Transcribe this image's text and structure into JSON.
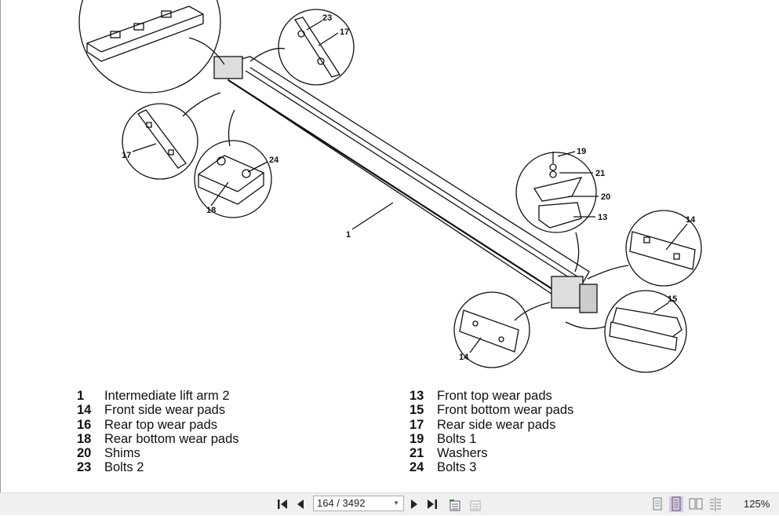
{
  "diagram": {
    "callouts": [
      "1",
      "23",
      "17",
      "17",
      "24",
      "18",
      "19",
      "21",
      "20",
      "13",
      "14",
      "15",
      "14"
    ]
  },
  "legend": {
    "left": [
      {
        "num": "1",
        "label": "Intermediate lift arm 2"
      },
      {
        "num": "14",
        "label": "Front side wear pads"
      },
      {
        "num": "16",
        "label": "Rear top wear pads"
      },
      {
        "num": "18",
        "label": "Rear bottom wear pads"
      },
      {
        "num": "20",
        "label": "Shims"
      },
      {
        "num": "23",
        "label": "Bolts 2"
      }
    ],
    "right": [
      {
        "num": "13",
        "label": "Front top wear pads"
      },
      {
        "num": "15",
        "label": "Front bottom wear pads"
      },
      {
        "num": "17",
        "label": "Rear side wear pads"
      },
      {
        "num": "19",
        "label": "Bolts 1"
      },
      {
        "num": "21",
        "label": "Washers"
      },
      {
        "num": "24",
        "label": "Bolts 3"
      }
    ]
  },
  "toolbar": {
    "page_indicator": "164 / 3492",
    "zoom": "125%",
    "icons": [
      "first-page-icon",
      "previous-page-icon",
      "next-page-icon",
      "last-page-icon",
      "previous-view-icon",
      "next-view-icon",
      "single-page-icon",
      "continuous-page-icon",
      "facing-pages-icon",
      "continuous-facing-icon"
    ],
    "active_view": "continuous-page-icon",
    "active_color": "#d8c8ec"
  }
}
